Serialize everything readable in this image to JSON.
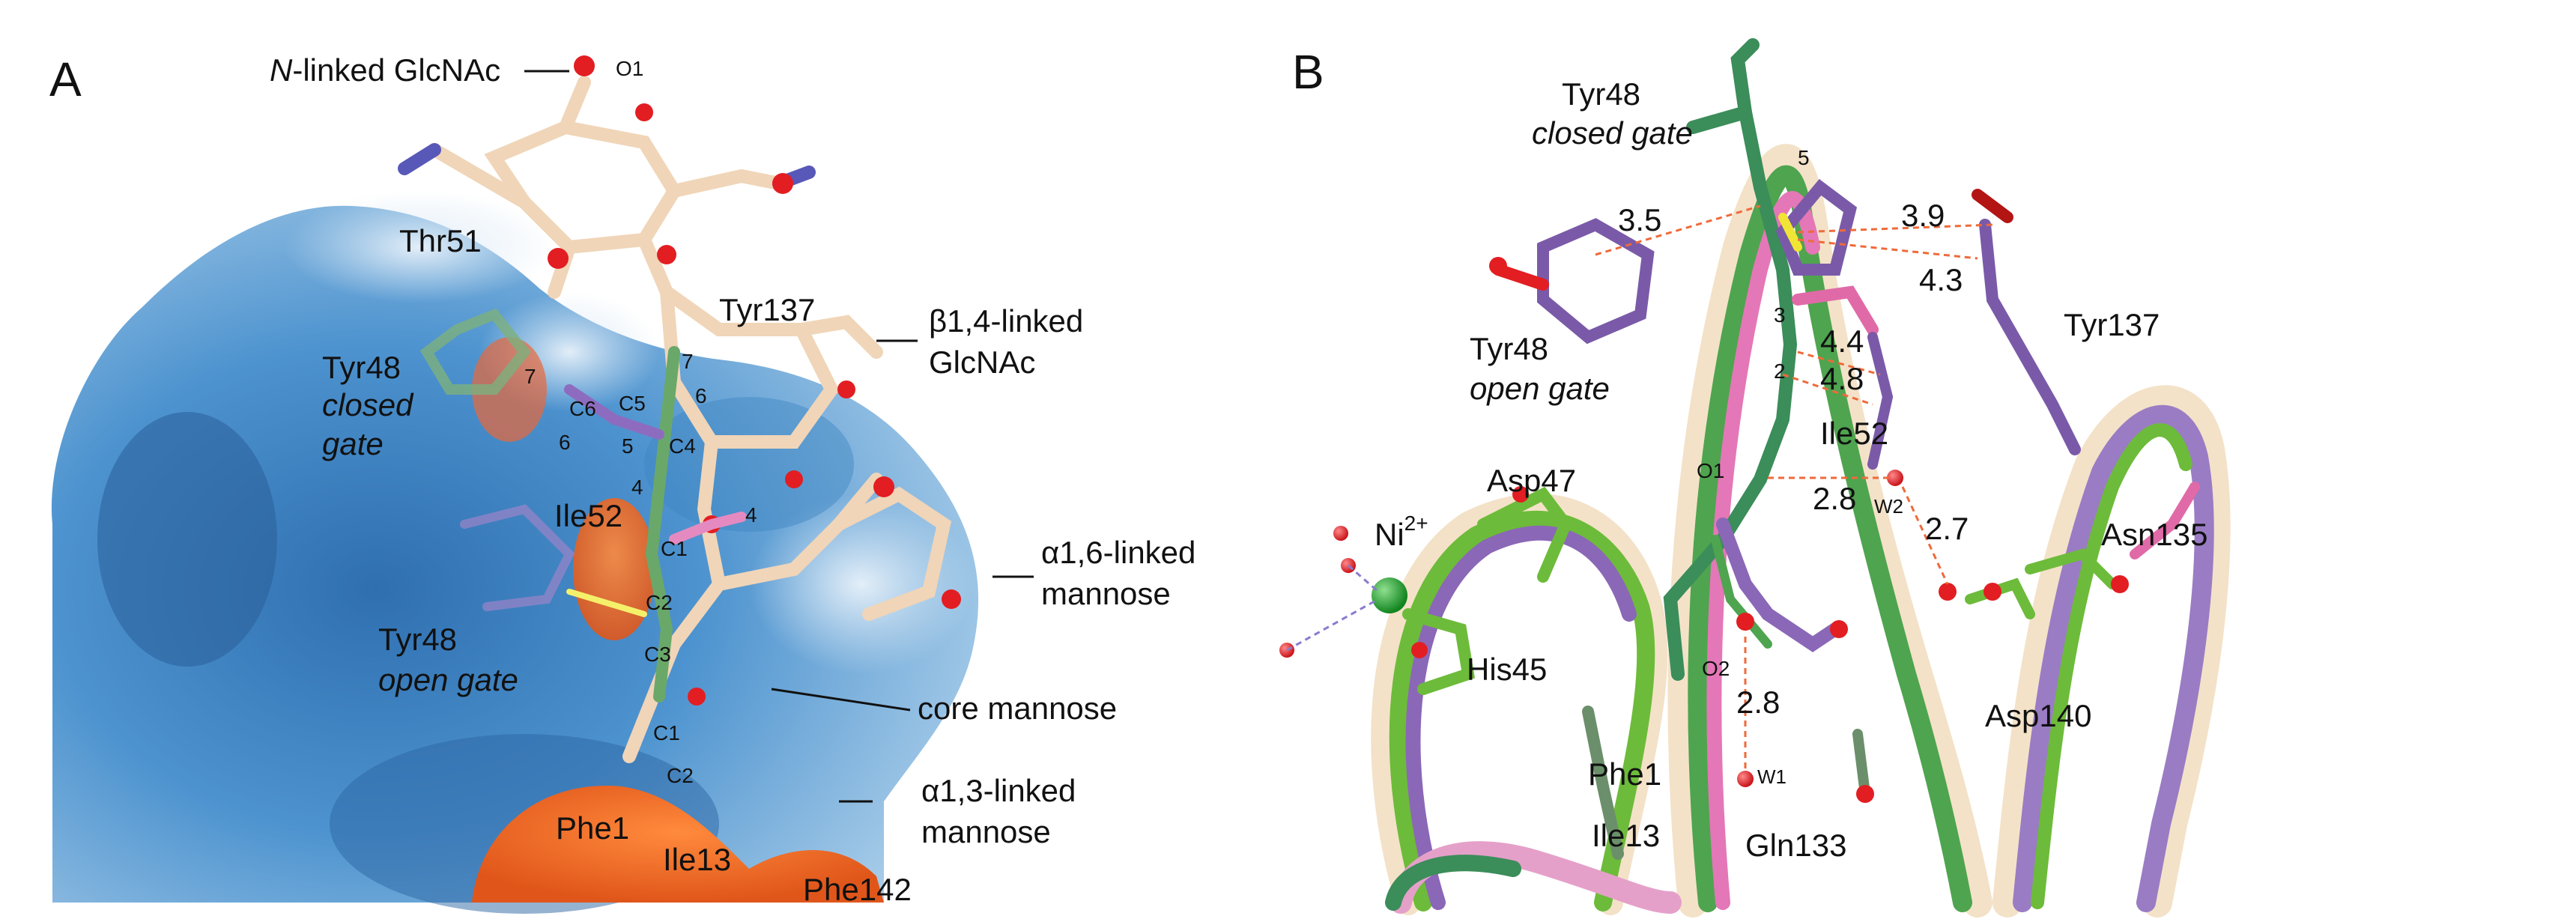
{
  "panels": {
    "a": {
      "letter": "A",
      "labels": {
        "nlinked_prefix": "N",
        "nlinked_rest": "-linked GlcNAc",
        "o1_top": "O1",
        "thr51": "Thr51",
        "tyr137": "Tyr137",
        "b14_line1": "β1,4-linked",
        "b14_line2": "GlcNAc",
        "tyr48_closed_1": "Tyr48",
        "tyr48_closed_2": "closed",
        "tyr48_closed_3": "gate",
        "c6": "C6",
        "c5": "C5",
        "c4": "C4",
        "n7_green": "7",
        "n6_green": "6",
        "n7_purple": "7",
        "n6_purple": "6",
        "n5_purple": "5",
        "n4_green": "4",
        "n4_pink": "4",
        "ile52": "Ile52",
        "c1_top": "C1",
        "c2_top": "C2",
        "c3": "C3",
        "c1_bot": "C1",
        "c2_bot": "C2",
        "a16_line1": "α1,6-linked",
        "a16_line2": "mannose",
        "tyr48_open_1": "Tyr48",
        "tyr48_open_2": "open gate",
        "core_mannose": "core mannose",
        "a13_line1": "α1,3-linked",
        "a13_line2": "mannose",
        "phe1": "Phe1",
        "ile13": "Ile13",
        "phe142": "Phe142"
      }
    },
    "b": {
      "letter": "B",
      "labels": {
        "tyr48_closed_1": "Tyr48",
        "tyr48_closed_2": "closed gate",
        "n5": "5",
        "d35": "3.5",
        "d39": "3.9",
        "d43": "4.3",
        "tyr137": "Tyr137",
        "n3": "3",
        "d44": "4.4",
        "n2": "2",
        "d48": "4.8",
        "tyr48_open_1": "Tyr48",
        "tyr48_open_2": "open gate",
        "ile52": "Ile52",
        "asp47": "Asp47",
        "o1": "O1",
        "d28_top": "2.8",
        "w2": "W2",
        "d27": "2.7",
        "ni": "Ni",
        "ni_charge": "2+",
        "asn135": "Asn135",
        "his45": "His45",
        "o2": "O2",
        "d28_bot": "2.8",
        "asp140": "Asp140",
        "phe1": "Phe1",
        "w1": "W1",
        "ile13": "Ile13",
        "gln133": "Gln133"
      }
    }
  }
}
